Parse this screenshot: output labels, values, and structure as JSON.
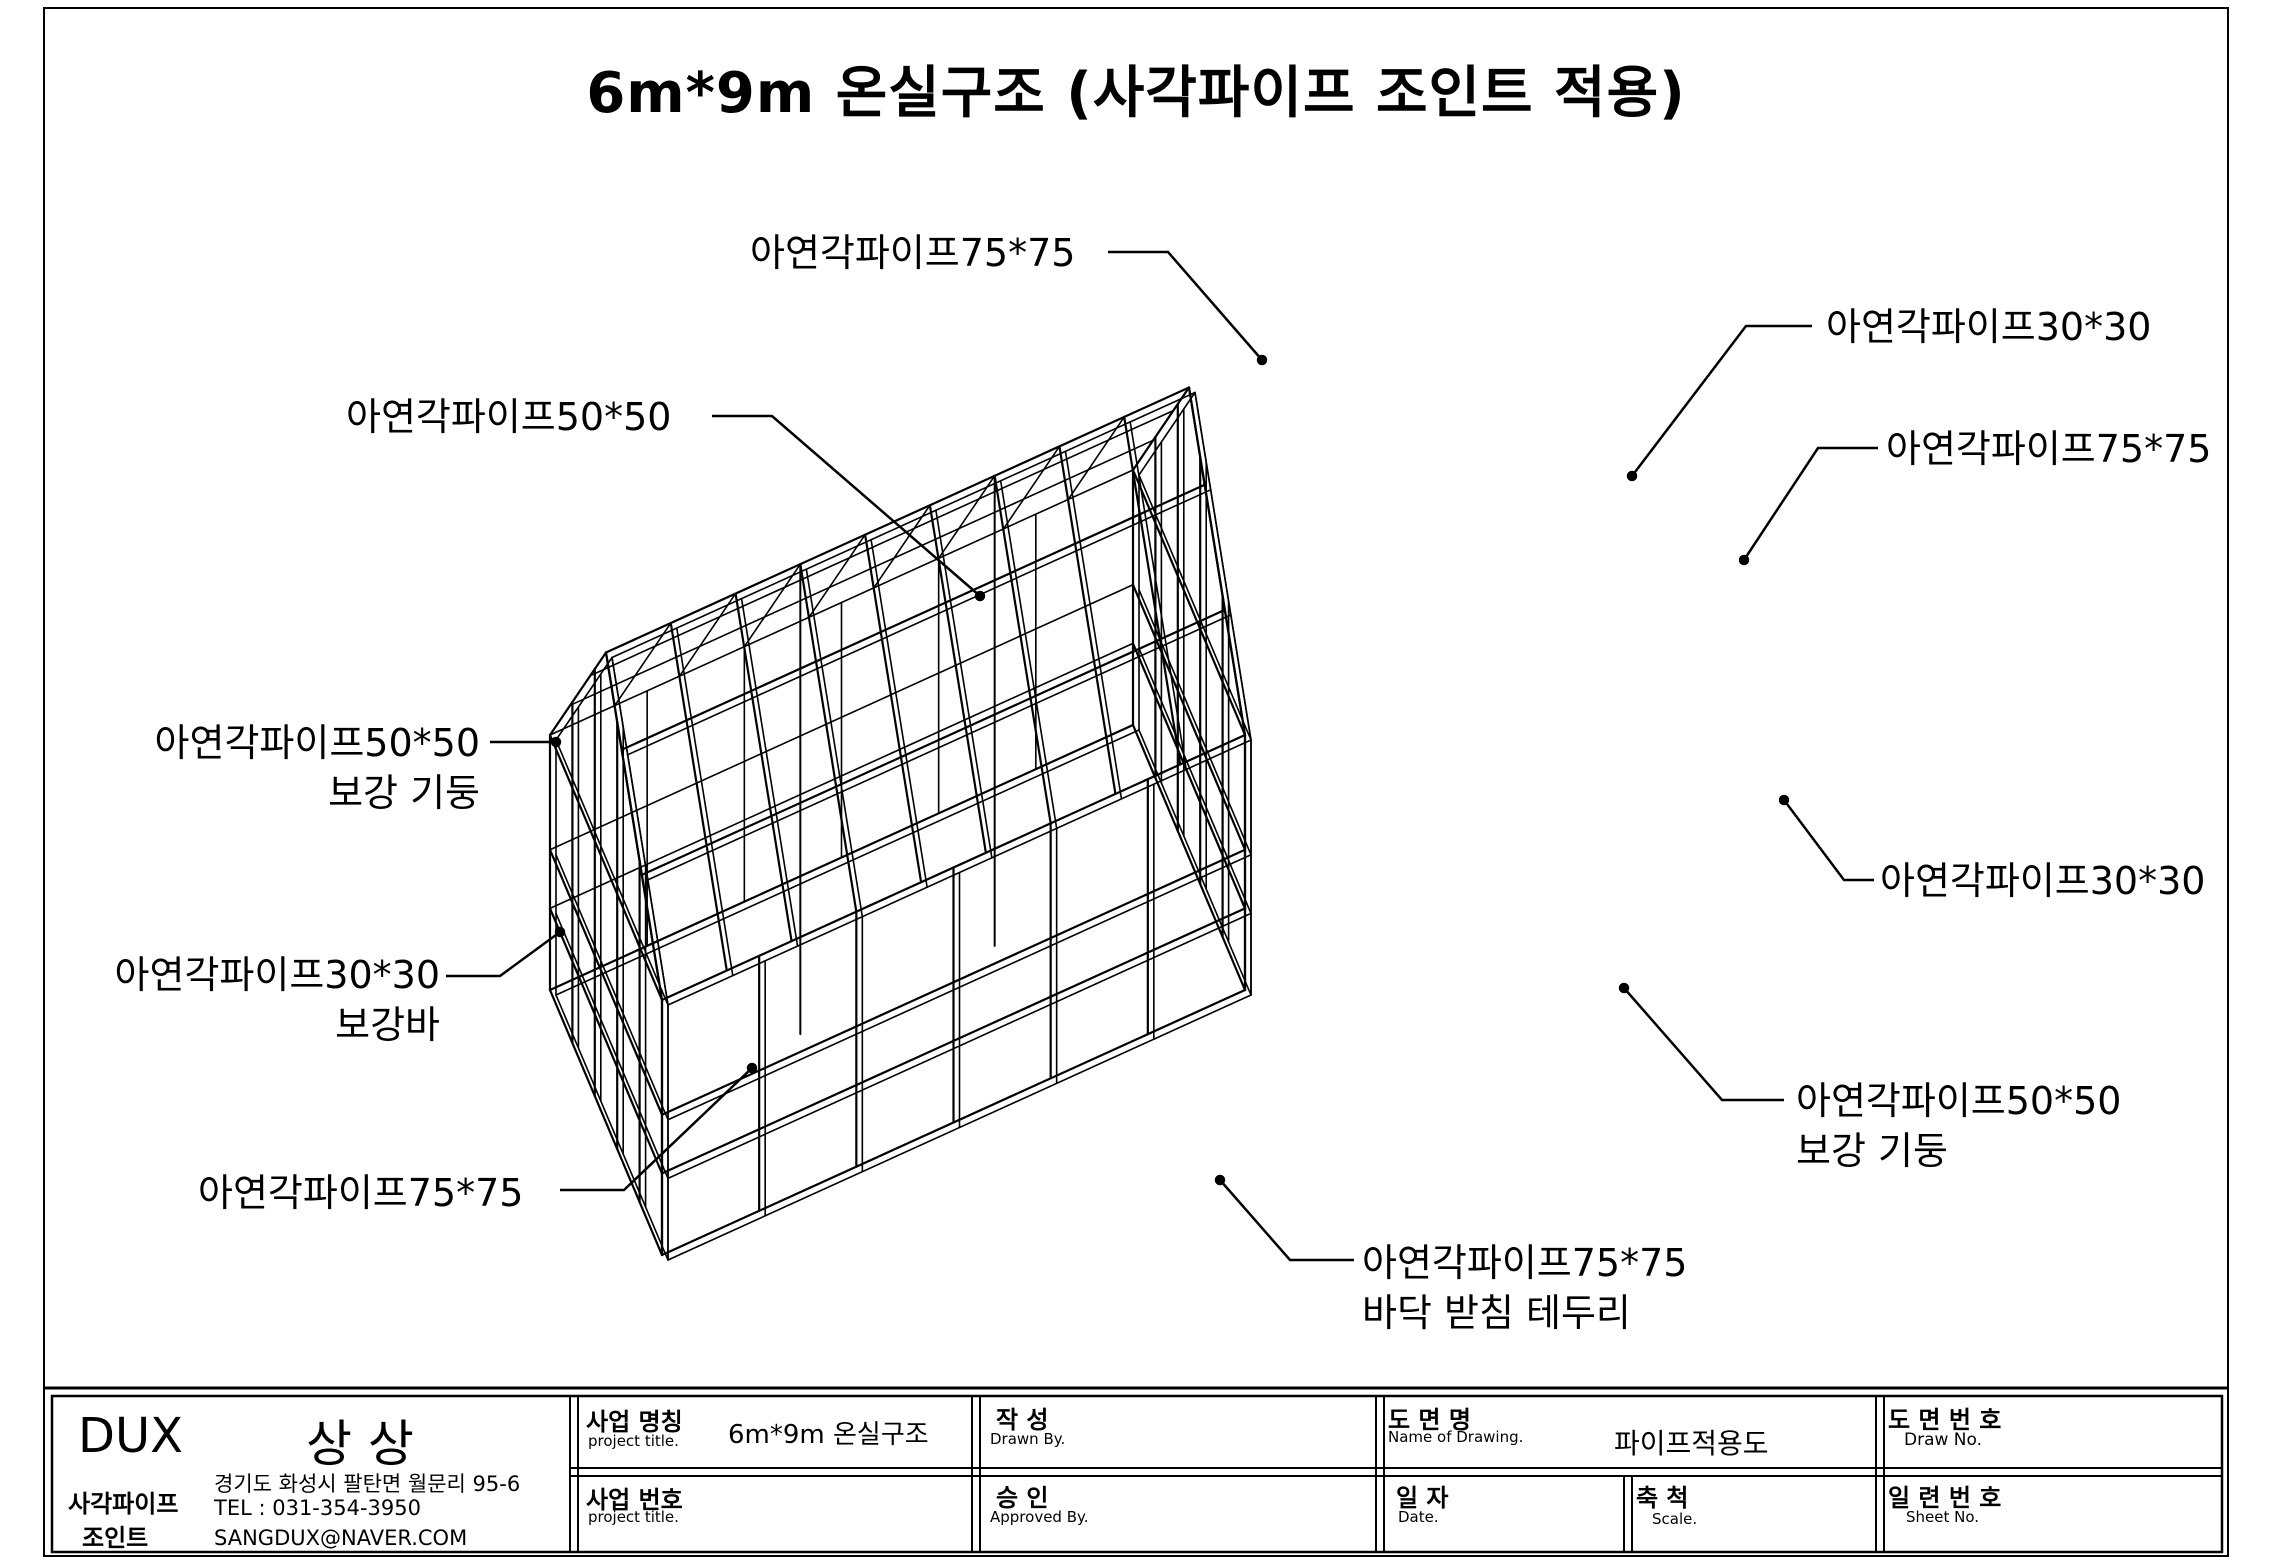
{
  "title": "6m*9m 온실구조 (사각파이프 조인트 적용)",
  "callouts": {
    "ridge_top": "아연각파이프75*75",
    "purlin_right": "아연각파이프30*30",
    "rafter_right": "아연각파이프75*75",
    "rafter_left": "아연각파이프50*50",
    "end_post_left": [
      "아연각파이프50*50",
      "보강 기둥"
    ],
    "brace_left": [
      "아연각파이프30*30",
      "보강바"
    ],
    "frame_left": "아연각파이프75*75",
    "side_bar_right": "아연각파이프30*30",
    "side_post_right": [
      "아연각파이프50*50",
      "보강 기둥"
    ],
    "base_frame": [
      "아연각파이프75*75",
      "바닥 받침 테두리"
    ]
  },
  "title_block": {
    "company_logo": "DUX",
    "company_name": "상 상",
    "company_sub": [
      "사각파이프",
      "조인트"
    ],
    "address": "경기도 화성시 팔탄면 월문리 95-6",
    "tel": "TEL : 031-354-3950",
    "email": "SANGDUX@NAVER.COM",
    "project_name_label": "사업 명칭",
    "project_name_sub": "project title.",
    "project_name_value": "6m*9m 온실구조",
    "project_no_label": "사업 번호",
    "project_no_sub": "project title.",
    "drawn_label": "작 성",
    "drawn_sub": "Drawn By.",
    "approved_label": "승 인",
    "approved_sub": "Approved By.",
    "drawing_name_label": "도 면 명",
    "drawing_name_sub": "Name of Drawing.",
    "drawing_name_value": "파이프적용도",
    "date_label": "일 자",
    "date_sub": "Date.",
    "scale_label": "축 척",
    "scale_sub": "Scale.",
    "draw_no_label": "도 면 번 호",
    "draw_no_sub": "Draw No.",
    "sheet_no_label": "일 련 번 호",
    "sheet_no_sub": "Sheet No."
  }
}
